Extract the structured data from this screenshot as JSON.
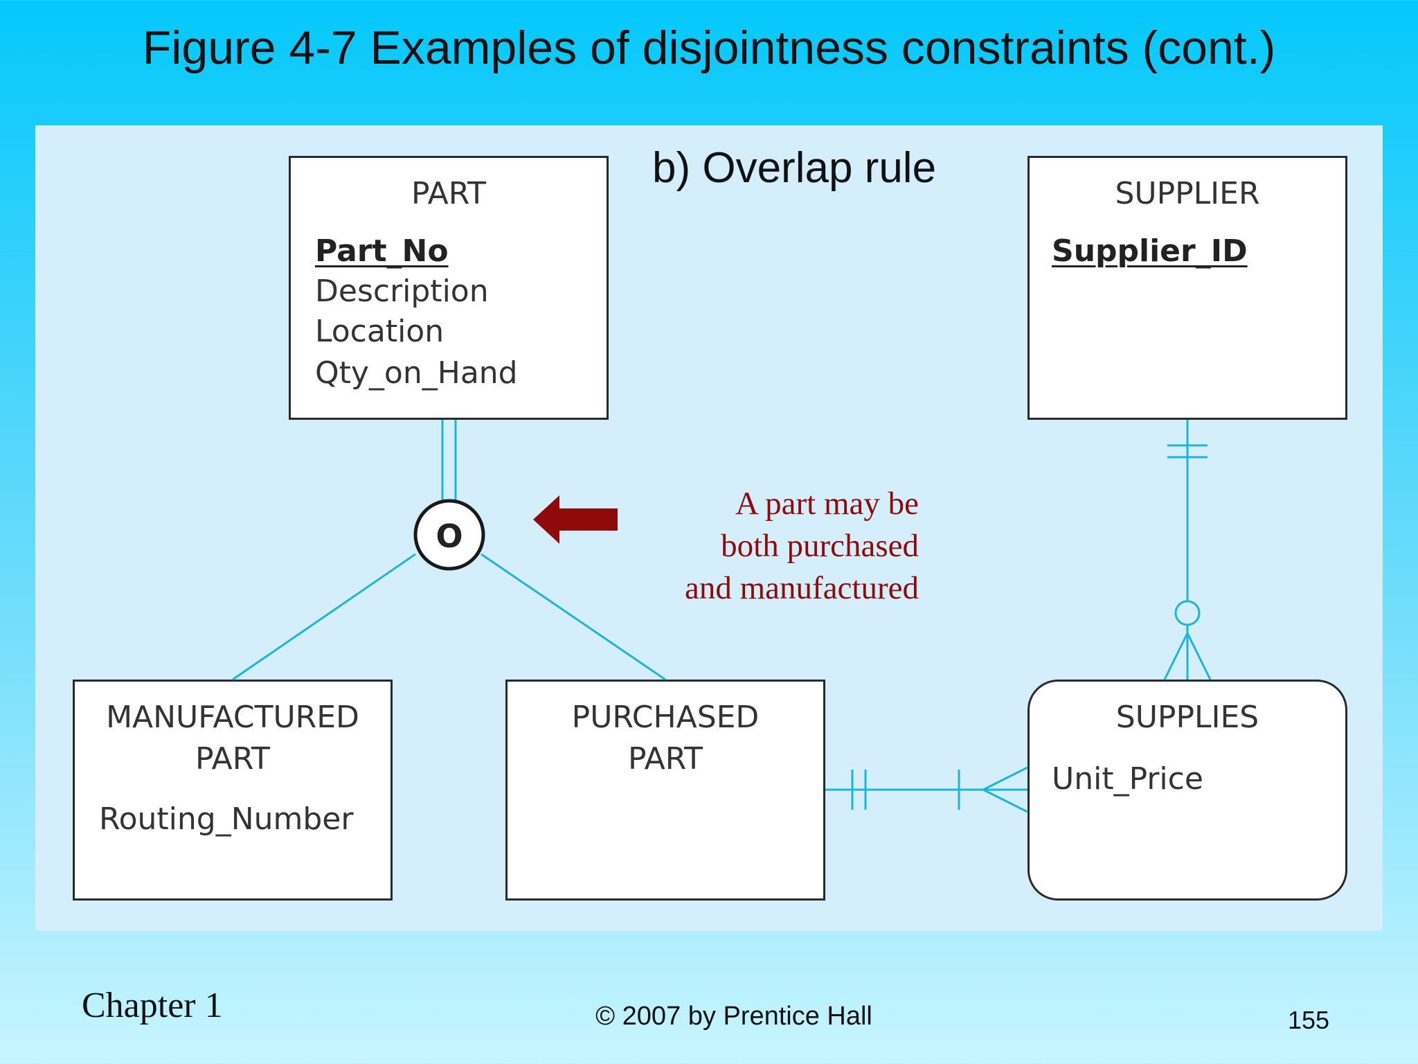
{
  "title": "Figure 4-7 Examples of disjointness constraints (cont.)",
  "subtitle": "b) Overlap rule",
  "entities": {
    "part": {
      "name": "PART",
      "attributes": [
        "Part_No",
        "Description",
        "Location",
        "Qty_on_Hand"
      ],
      "key": "Part_No"
    },
    "supplier": {
      "name": "SUPPLIER",
      "attributes": [
        "Supplier_ID"
      ],
      "key": "Supplier_ID"
    },
    "manufactured_part": {
      "name_line1": "MANUFACTURED",
      "name_line2": "PART",
      "attributes": [
        "Routing_Number"
      ]
    },
    "purchased_part": {
      "name_line1": "PURCHASED",
      "name_line2": "PART",
      "attributes": []
    },
    "supplies": {
      "name": "SUPPLIES",
      "attributes": [
        "Unit_Price"
      ]
    }
  },
  "constraint_symbol": "O",
  "note": [
    "A part may be",
    "both purchased",
    "and manufactured"
  ],
  "colors": {
    "connector": "#1ab4dc",
    "note": "#8f0a0a",
    "arrow": "#8f0a0a",
    "panel": "#d4effb"
  },
  "footer": {
    "chapter": "Chapter 1",
    "copyright": "© 2007 by Prentice Hall",
    "page": "155"
  }
}
